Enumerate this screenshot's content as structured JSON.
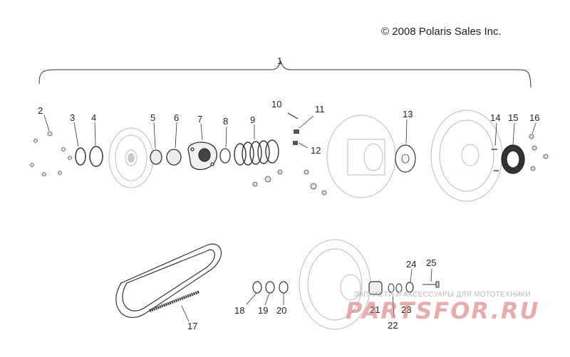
{
  "copyright": "© 2008 Polaris Sales Inc.",
  "callouts": {
    "n1": "1",
    "n2": "2",
    "n3": "3",
    "n4": "4",
    "n5": "5",
    "n6": "6",
    "n7": "7",
    "n8": "8",
    "n9": "9",
    "n10": "10",
    "n11": "11",
    "n12": "12",
    "n13": "13",
    "n14": "14",
    "n15": "15",
    "n16": "16",
    "n17": "17",
    "n18": "18",
    "n19": "19",
    "n20": "20",
    "n21": "21",
    "n22": "22",
    "n23": "23",
    "n24": "24",
    "n25": "25"
  },
  "watermark": {
    "caption": "ЗАПЧАСТИ И АКСЕССУАРЫ ДЛЯ МОТОТЕХНИКИ",
    "logo": "PARTSFOR.RU"
  },
  "colors": {
    "line": "#333333",
    "part_light": "#bbbbbb",
    "watermark": "#d86a6a"
  }
}
